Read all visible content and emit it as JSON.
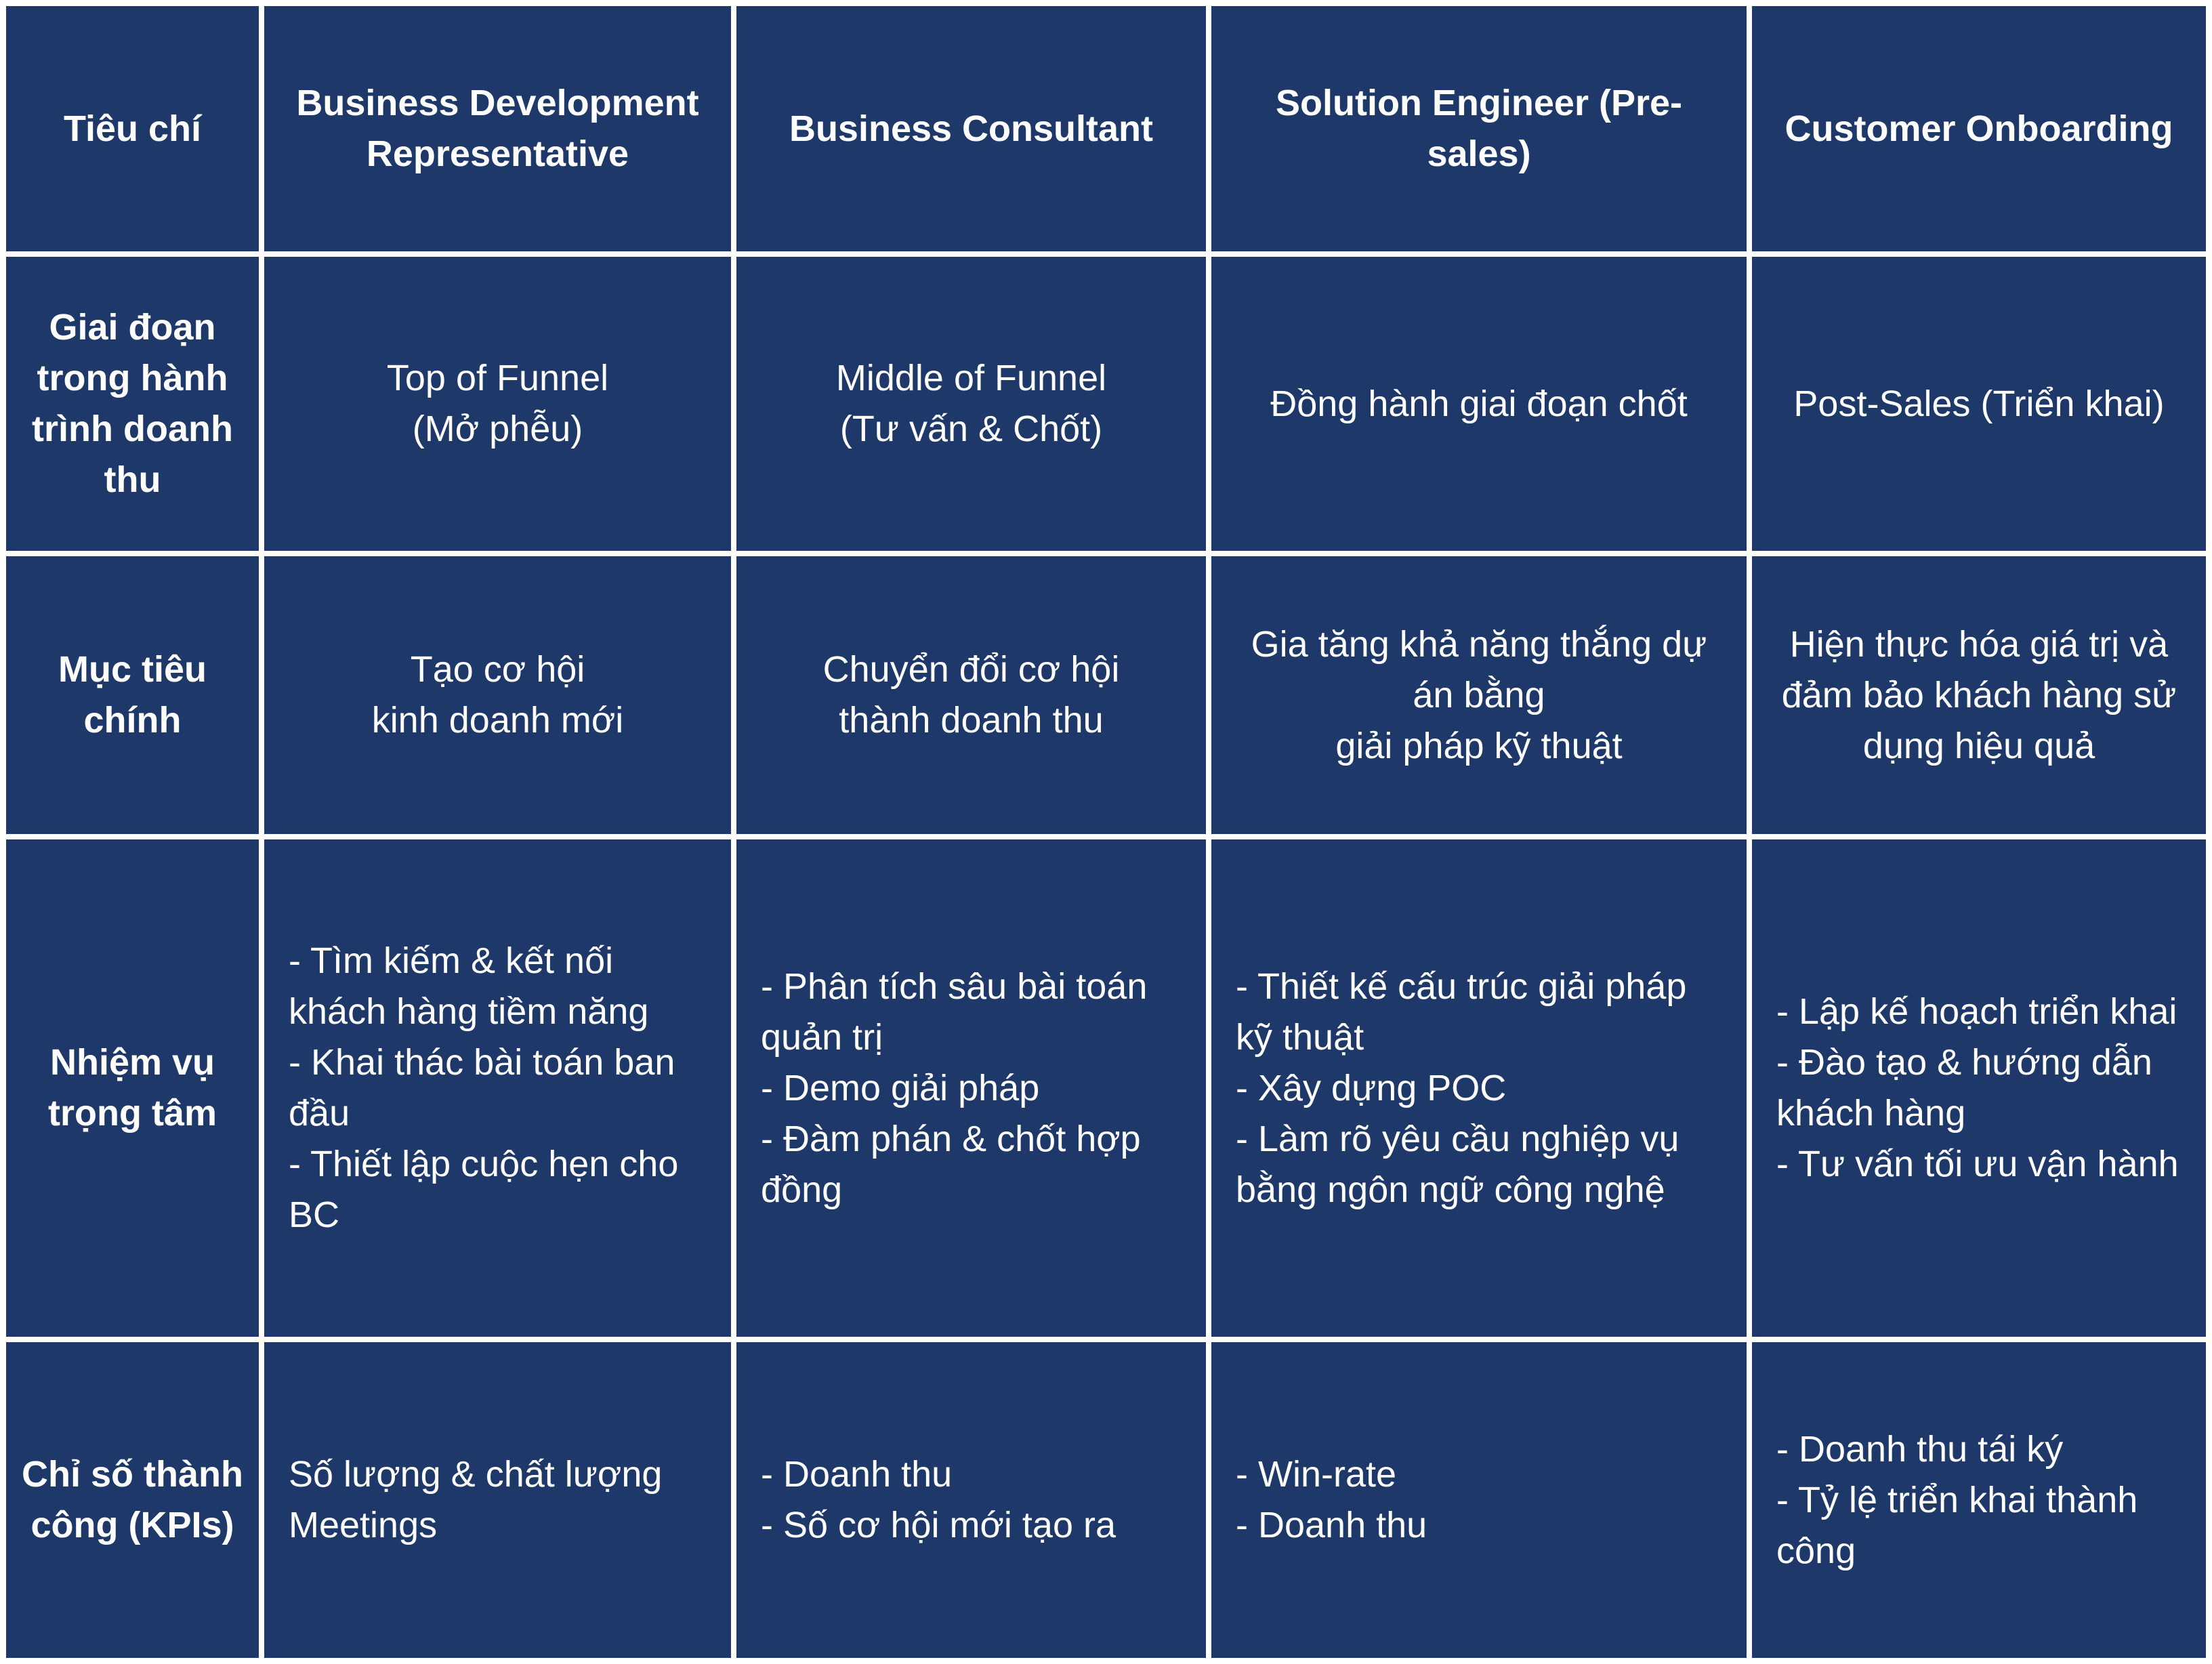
{
  "headers": [
    "Tiêu chí",
    "Business Development Representative",
    "Business Consultant",
    "Solution Engineer (Pre-sales)",
    "Customer Onboarding"
  ],
  "rows": [
    {
      "criterion": "Giai đoạn trong hành trình doanh thu",
      "cells": [
        [
          "Top of Funnel",
          "(Mở phễu)"
        ],
        [
          "Middle of Funnel",
          "(Tư vấn & Chốt)"
        ],
        [
          "Đồng hành giai đoạn chốt"
        ],
        [
          "Post-Sales (Triển khai)"
        ]
      ]
    },
    {
      "criterion": "Mục tiêu chính",
      "cells": [
        [
          "Tạo cơ hội",
          "kinh doanh mới"
        ],
        [
          "Chuyển đổi cơ hội",
          "thành doanh thu"
        ],
        [
          "Gia tăng khả năng thắng dự án bằng",
          "giải pháp kỹ thuật"
        ],
        [
          "Hiện thực hóa giá trị và đảm bảo khách hàng sử dụng hiệu quả"
        ]
      ]
    },
    {
      "criterion": "Nhiệm vụ trọng tâm",
      "cells": [
        [
          "- Tìm kiếm & kết nối khách hàng tiềm năng",
          "- Khai thác bài toán ban đầu",
          "- Thiết lập cuộc hẹn cho BC"
        ],
        [
          "- Phân tích sâu bài toán quản trị",
          "- Demo giải pháp",
          "- Đàm phán & chốt hợp đồng"
        ],
        [
          "- Thiết kế cấu trúc giải pháp kỹ thuật",
          "- Xây dựng POC",
          "- Làm rõ yêu cầu nghiệp vụ bằng ngôn ngữ công nghệ"
        ],
        [
          "- Lập kế hoạch triển khai",
          "- Đào tạo & hướng dẫn khách hàng",
          "- Tư vấn tối ưu vận hành"
        ]
      ]
    },
    {
      "criterion": "Chỉ số thành công (KPIs)",
      "cells": [
        [
          "Số lượng & chất lượng Meetings"
        ],
        [
          "- Doanh thu",
          "- Số cơ hội mới tạo ra"
        ],
        [
          "- Win-rate",
          "- Doanh thu"
        ],
        [
          "- Doanh thu tái ký",
          "- Tỷ lệ triển khai thành công"
        ]
      ]
    }
  ]
}
